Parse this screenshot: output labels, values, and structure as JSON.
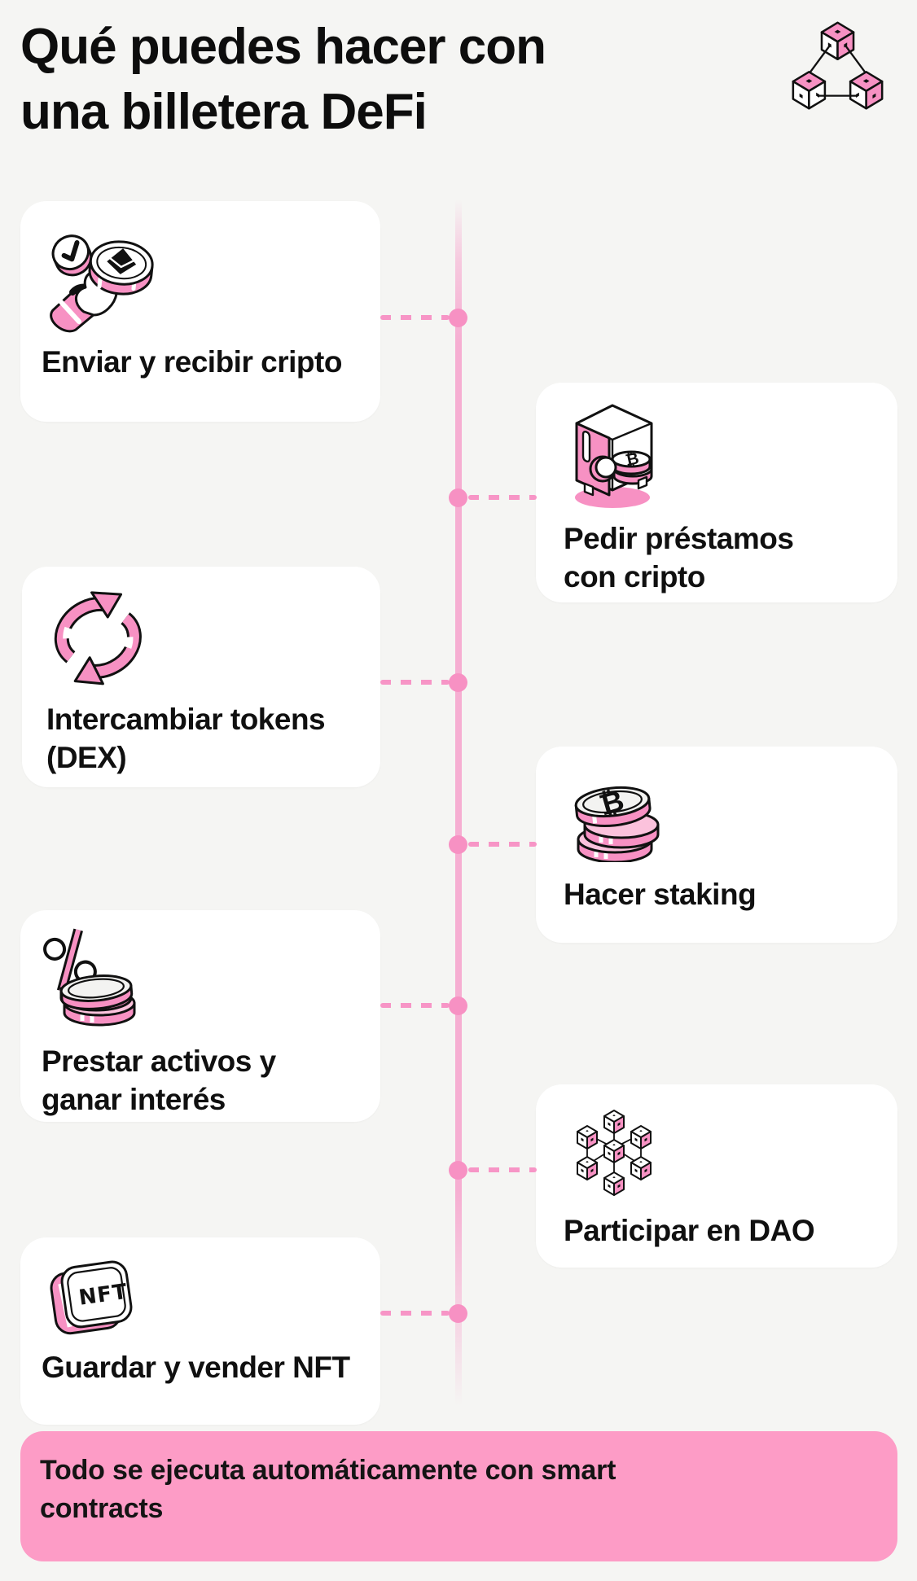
{
  "header": {
    "title": "Qué puedes hacer con una billetera DeFi",
    "icon": "blockchain-cubes-icon"
  },
  "colors": {
    "background": "#F5F5F3",
    "card_background": "#FFFFFF",
    "accent_pink": "#F791C3",
    "timeline_line_pink": "#F6A6CE",
    "dash_pink": "#F795C6",
    "banner_pink": "#FD9CC6",
    "text": "#101010"
  },
  "timeline": {
    "orientation": "vertical",
    "dot_count": 7,
    "style": "center line with pink dots and dashed connectors to alternating cards"
  },
  "cards": [
    {
      "label": "Enviar y recibir cripto",
      "icon": "hand-coin-icon",
      "side": "left"
    },
    {
      "label": "Pedir préstamos con cripto",
      "icon": "crypto-vault-icon",
      "side": "right"
    },
    {
      "label": "Intercambiar tokens (DEX)",
      "icon": "swap-arrows-icon",
      "side": "left"
    },
    {
      "label": "Hacer staking",
      "icon": "coin-stack-icon",
      "side": "right"
    },
    {
      "label": "Prestar activos y ganar interés",
      "icon": "percent-coins-icon",
      "side": "left"
    },
    {
      "label": "Participar en DAO",
      "icon": "dao-cubes-icon",
      "side": "right"
    },
    {
      "label": "Guardar y vender NFT",
      "icon": "nft-card-icon",
      "side": "left"
    }
  ],
  "glyphs": {
    "bitcoin": "₿",
    "nft": "NFT"
  },
  "banner": {
    "text": "Todo se ejecuta automáticamente con smart contracts"
  }
}
